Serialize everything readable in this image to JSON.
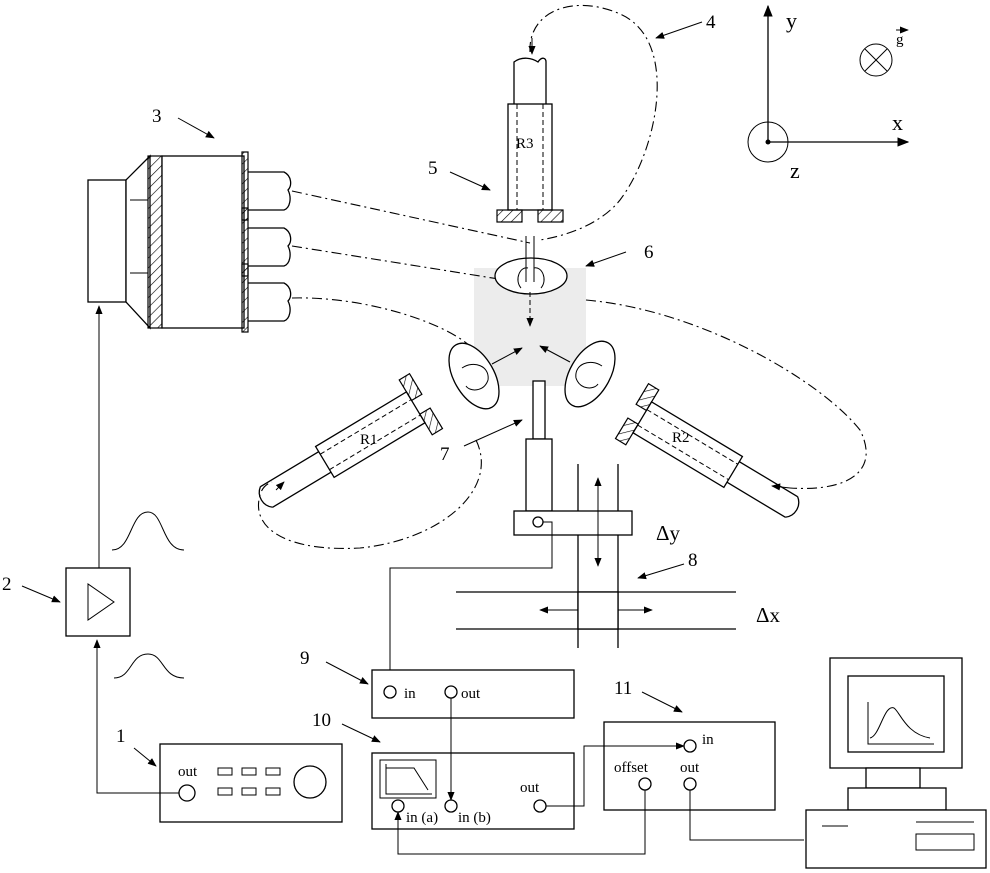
{
  "callouts": [
    "1",
    "2",
    "3",
    "4",
    "5",
    "6",
    "7",
    "8",
    "9",
    "10",
    "11"
  ],
  "reservoirs": {
    "r1": "R1",
    "r2": "R2",
    "r3": "R3"
  },
  "axes": {
    "x": "x",
    "y": "y",
    "z": "z",
    "g": "g"
  },
  "displacements": {
    "dy": "Δy",
    "dx": "Δx"
  },
  "ports": {
    "generator_out": "out",
    "box9_in": "in",
    "box9_out": "out",
    "box10_in_a": "in (a)",
    "box10_in_b": "in (b)",
    "box10_out": "out",
    "box11_in": "in",
    "box11_offset": "offset",
    "box11_out": "out"
  }
}
